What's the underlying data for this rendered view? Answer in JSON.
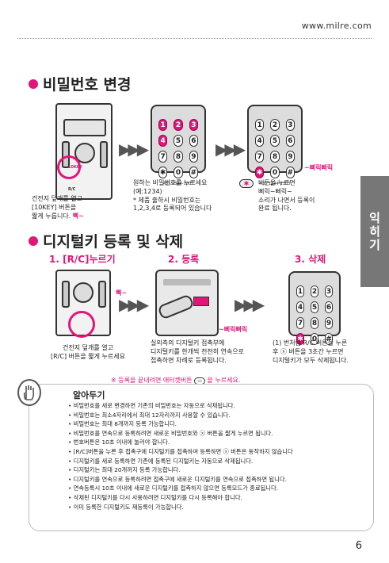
{
  "header": {
    "url": "www.milre.com"
  },
  "side_tab": {
    "label": "익히기"
  },
  "section1": {
    "title": "비밀번호 변경",
    "captions": {
      "step1": "건전지 덮개를 열고\n[10KEY] 버튼을\n짧게 누릅니다.",
      "step1_beep": "삑~",
      "step2": "원하는 비밀번호를 누르세요\n(예:1234)\n* 제품 출하시 비밀번호는\n1,2,3,4로 등록되어 있습니다",
      "step3": "버튼을 누르면\n삐릭~삐릭~\n소리가 나면서 등록이\n완료 됩니다.",
      "step3_beep": "~삐릭삐릭"
    },
    "lock_label": "10KEY",
    "lock_label2": "R/C"
  },
  "keypad": {
    "keys": [
      "1",
      "2",
      "3",
      "4",
      "5",
      "6",
      "7",
      "8",
      "9",
      "✱",
      "0",
      "#"
    ],
    "model": "A35 1544-1303"
  },
  "section2": {
    "title": "디지털키 등록 및 삭제",
    "steps": [
      {
        "label": "1. [R/C]누르기",
        "caption": "건전지 덮개를 열고\n[R/C] 버튼을 짧게 누르세요",
        "beep": "삑~"
      },
      {
        "label": "2. 등록",
        "caption": "실외측의 디지털키 접촉부에\n디지털키를 한개씩 천천히 연속으로\n접촉하면 차례로 등록됩니다.",
        "beep": "~삐릭삐릭"
      },
      {
        "label": "3. 삭제",
        "caption": "(1) 번처럼 R/C 버튼을 누른\n후 ⓧ 버튼을 3초간 누르면\n디지털키가 모두 삭제됩니다."
      }
    ],
    "note_prefix": "※ 등록을 끝내려면 애터켓버튼",
    "note_suffix": "을 누르세요."
  },
  "tips": {
    "title": "알아두기",
    "items": [
      "비밀번호를 새로 변경하면 기존의 비밀번호는 자동으로 삭제됩니다.",
      "비밀번호는 최소4자리에서 최대 12자리까지 사용할 수 있습니다.",
      "비밀번호는 최대 8개까지 등록 가능합니다.",
      "비밀번호를 연속으로 등록하려면 새로운 비밀번호와 ⓧ 버튼을 짧게 누르면 됩니다.",
      "번호버튼은 10초 이내에 눌러야 합니다.",
      "[R/C]버튼을 누른 후 접촉구에 디지털키를 접촉하여 등록하면 ⓧ 버튼은 동작하지 않습니다",
      "디지털키를 새로 등록하면 기존에 등록된 디지털키는 자동으로 삭제됩니다.",
      "디지털키는 최대 20개까지 등록 가능합니다.",
      "디지털키를 연속으로 등록하려면 접촉구에 새로운 디지털키를 연속으로 접촉하면 됩니다.",
      "연속등록시 10초 이내에 새로운 디지털키를 접촉하지 않으면 등록모드가 종료됩니다.",
      "삭제된 디지털키를 다시 사용하려면 디지털키를 다시 등록해야 합니다.",
      "이미 등록한 디지털키도 재등록이 가능합니다."
    ]
  },
  "footer": {
    "page": "6"
  },
  "colors": {
    "accent": "#e2167a",
    "tab": "#777777"
  }
}
